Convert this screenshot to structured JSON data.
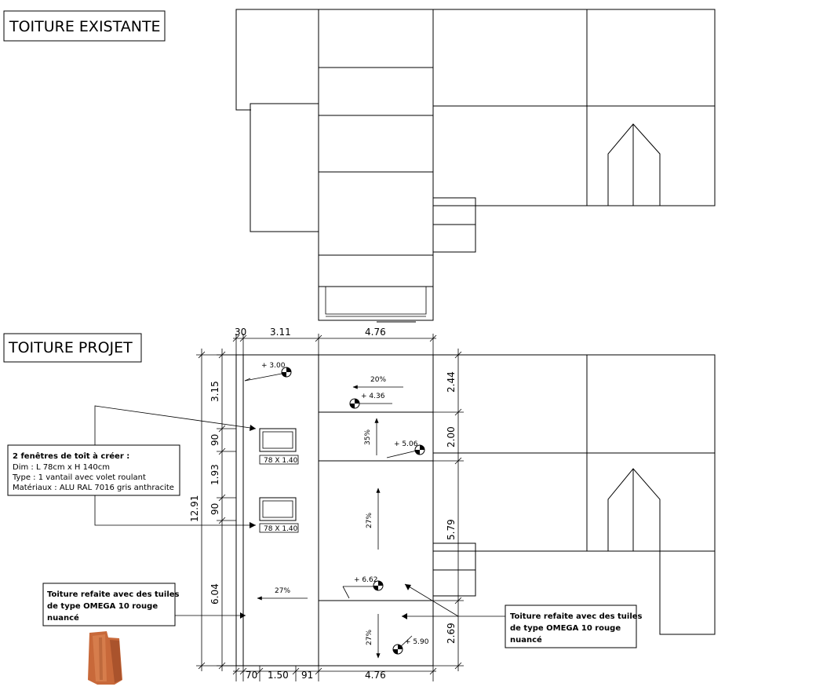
{
  "titles": {
    "existing": "TOITURE EXISTANTE",
    "project": "TOITURE PROJET"
  },
  "dimensions": {
    "top": [
      "30",
      "3.11",
      "4.76"
    ],
    "bottom": [
      "70",
      "1.50",
      "91",
      "4.76"
    ],
    "left_outer": "12.91",
    "left_inner": [
      "3.15",
      "90",
      "1.93",
      "90",
      "6.04"
    ],
    "right": [
      "2.44",
      "2.00",
      "5.79",
      "2.69"
    ]
  },
  "levels": [
    "+ 3.00",
    "+ 4.36",
    "+ 5.06",
    "+ 6.62",
    "+ 5.90"
  ],
  "slopes": [
    "20%",
    "35%",
    "27%",
    "27%",
    "27%"
  ],
  "windows": [
    "78 X 1.40",
    "78 X 1.40"
  ],
  "notes": {
    "windows": {
      "title": "2 fenêtres de toît à créer :",
      "lines": [
        "Dim : L 78cm x H 140cm",
        "Type : 1 vantail avec volet roulant",
        "Matériaux : ALU RAL 7016 gris anthracite"
      ]
    },
    "tiles_left": [
      "Toiture refaite avec des tuiles",
      "de type OMEGA 10 rouge",
      "nuancé"
    ],
    "tiles_right": [
      "Toiture refaite avec des tuiles",
      "de type OMEGA 10 rouge",
      "nuancé"
    ]
  },
  "colors": {
    "tile": "#c8693a",
    "tile_dark": "#9c4a26",
    "tile_light": "#e08a58"
  }
}
